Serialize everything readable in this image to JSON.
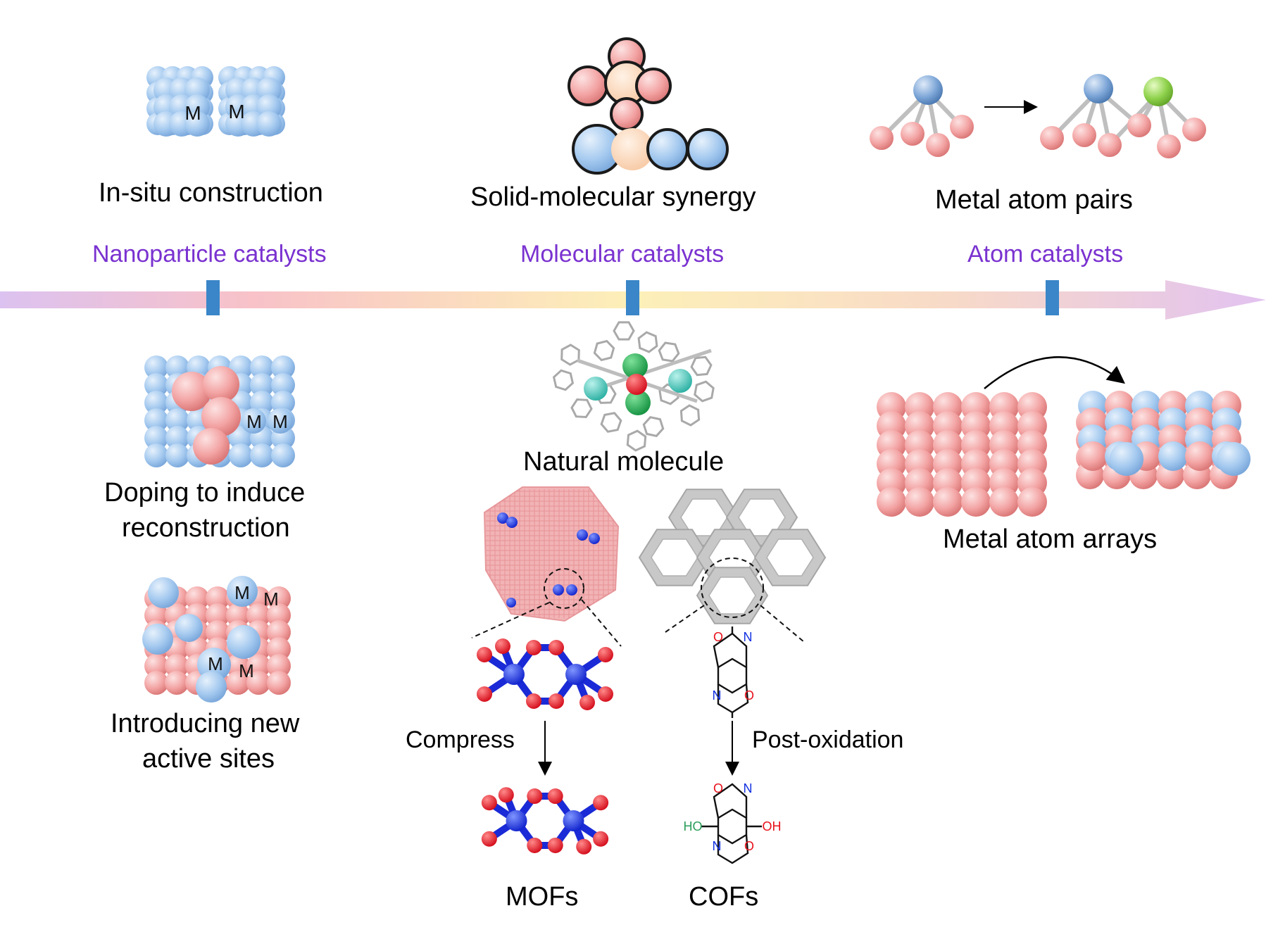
{
  "categories": {
    "nanoparticle": "Nanoparticle catalysts",
    "molecular": "Molecular catalysts",
    "atom": "Atom catalysts"
  },
  "labels": {
    "insitu": "In-situ construction",
    "solid": "Solid-molecular synergy",
    "pairs": "Metal atom pairs",
    "doping_1": "Doping to induce",
    "doping_2": "reconstruction",
    "introducing_1": "Introducing new",
    "introducing_2": "active sites",
    "natural": "Natural molecule",
    "arrays": "Metal atom arrays",
    "compress": "Compress",
    "postox": "Post-oxidation",
    "mofs": "MOFs",
    "cofs": "COFs"
  },
  "marker_text": "M",
  "chem": {
    "O": "O",
    "N": "N",
    "HO": "HO",
    "OH": "OH"
  },
  "colors": {
    "category_text": "#7a32d0",
    "tick": "#3a86c8",
    "metal_blue": "#9cc3ee",
    "metal_pink": "#f09a9a",
    "green_atom": "#8cd24a",
    "oxygen_red": "#e8101a",
    "nitrogen_blue": "#1030e0"
  }
}
